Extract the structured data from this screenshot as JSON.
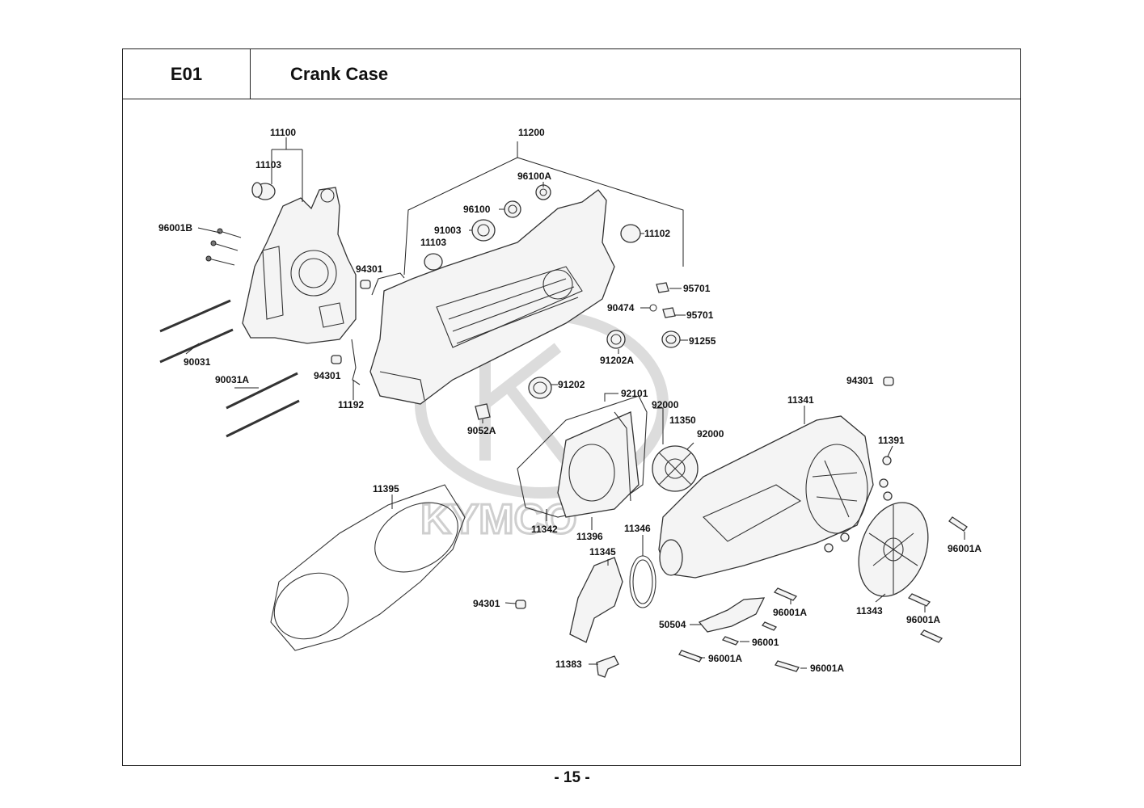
{
  "header": {
    "code": "E01",
    "title": "Crank Case"
  },
  "page_number": "- 15 -",
  "watermark": "KYMCO",
  "callouts": [
    {
      "id": "c1",
      "text": "11100"
    },
    {
      "id": "c2",
      "text": "11103"
    },
    {
      "id": "c3",
      "text": "96001B"
    },
    {
      "id": "c4",
      "text": "94301"
    },
    {
      "id": "c5",
      "text": "90031"
    },
    {
      "id": "c6",
      "text": "90031A"
    },
    {
      "id": "c7",
      "text": "94301"
    },
    {
      "id": "c8",
      "text": "11192"
    },
    {
      "id": "c9",
      "text": "11200"
    },
    {
      "id": "c10",
      "text": "96100A"
    },
    {
      "id": "c11",
      "text": "96100"
    },
    {
      "id": "c12",
      "text": "91003"
    },
    {
      "id": "c13",
      "text": "11103"
    },
    {
      "id": "c14",
      "text": "11102"
    },
    {
      "id": "c15",
      "text": "95701"
    },
    {
      "id": "c16",
      "text": "90474"
    },
    {
      "id": "c17",
      "text": "95701"
    },
    {
      "id": "c18",
      "text": "91202A"
    },
    {
      "id": "c19",
      "text": "91255"
    },
    {
      "id": "c20",
      "text": "91202"
    },
    {
      "id": "c21",
      "text": "9052A"
    },
    {
      "id": "c22",
      "text": "92101"
    },
    {
      "id": "c23",
      "text": "92000"
    },
    {
      "id": "c24",
      "text": "11350"
    },
    {
      "id": "c25",
      "text": "92000"
    },
    {
      "id": "c26",
      "text": "94301"
    },
    {
      "id": "c27",
      "text": "11341"
    },
    {
      "id": "c28",
      "text": "11391"
    },
    {
      "id": "c29",
      "text": "11395"
    },
    {
      "id": "c30",
      "text": "11342"
    },
    {
      "id": "c31",
      "text": "11396"
    },
    {
      "id": "c32",
      "text": "11346"
    },
    {
      "id": "c33",
      "text": "11345"
    },
    {
      "id": "c34",
      "text": "96001A"
    },
    {
      "id": "c35",
      "text": "94301"
    },
    {
      "id": "c36",
      "text": "96001A"
    },
    {
      "id": "c37",
      "text": "11343"
    },
    {
      "id": "c38",
      "text": "50504"
    },
    {
      "id": "c39",
      "text": "96001A"
    },
    {
      "id": "c40",
      "text": "96001"
    },
    {
      "id": "c41",
      "text": "96001A"
    },
    {
      "id": "c42",
      "text": "96001A"
    },
    {
      "id": "c43",
      "text": "11383"
    }
  ]
}
